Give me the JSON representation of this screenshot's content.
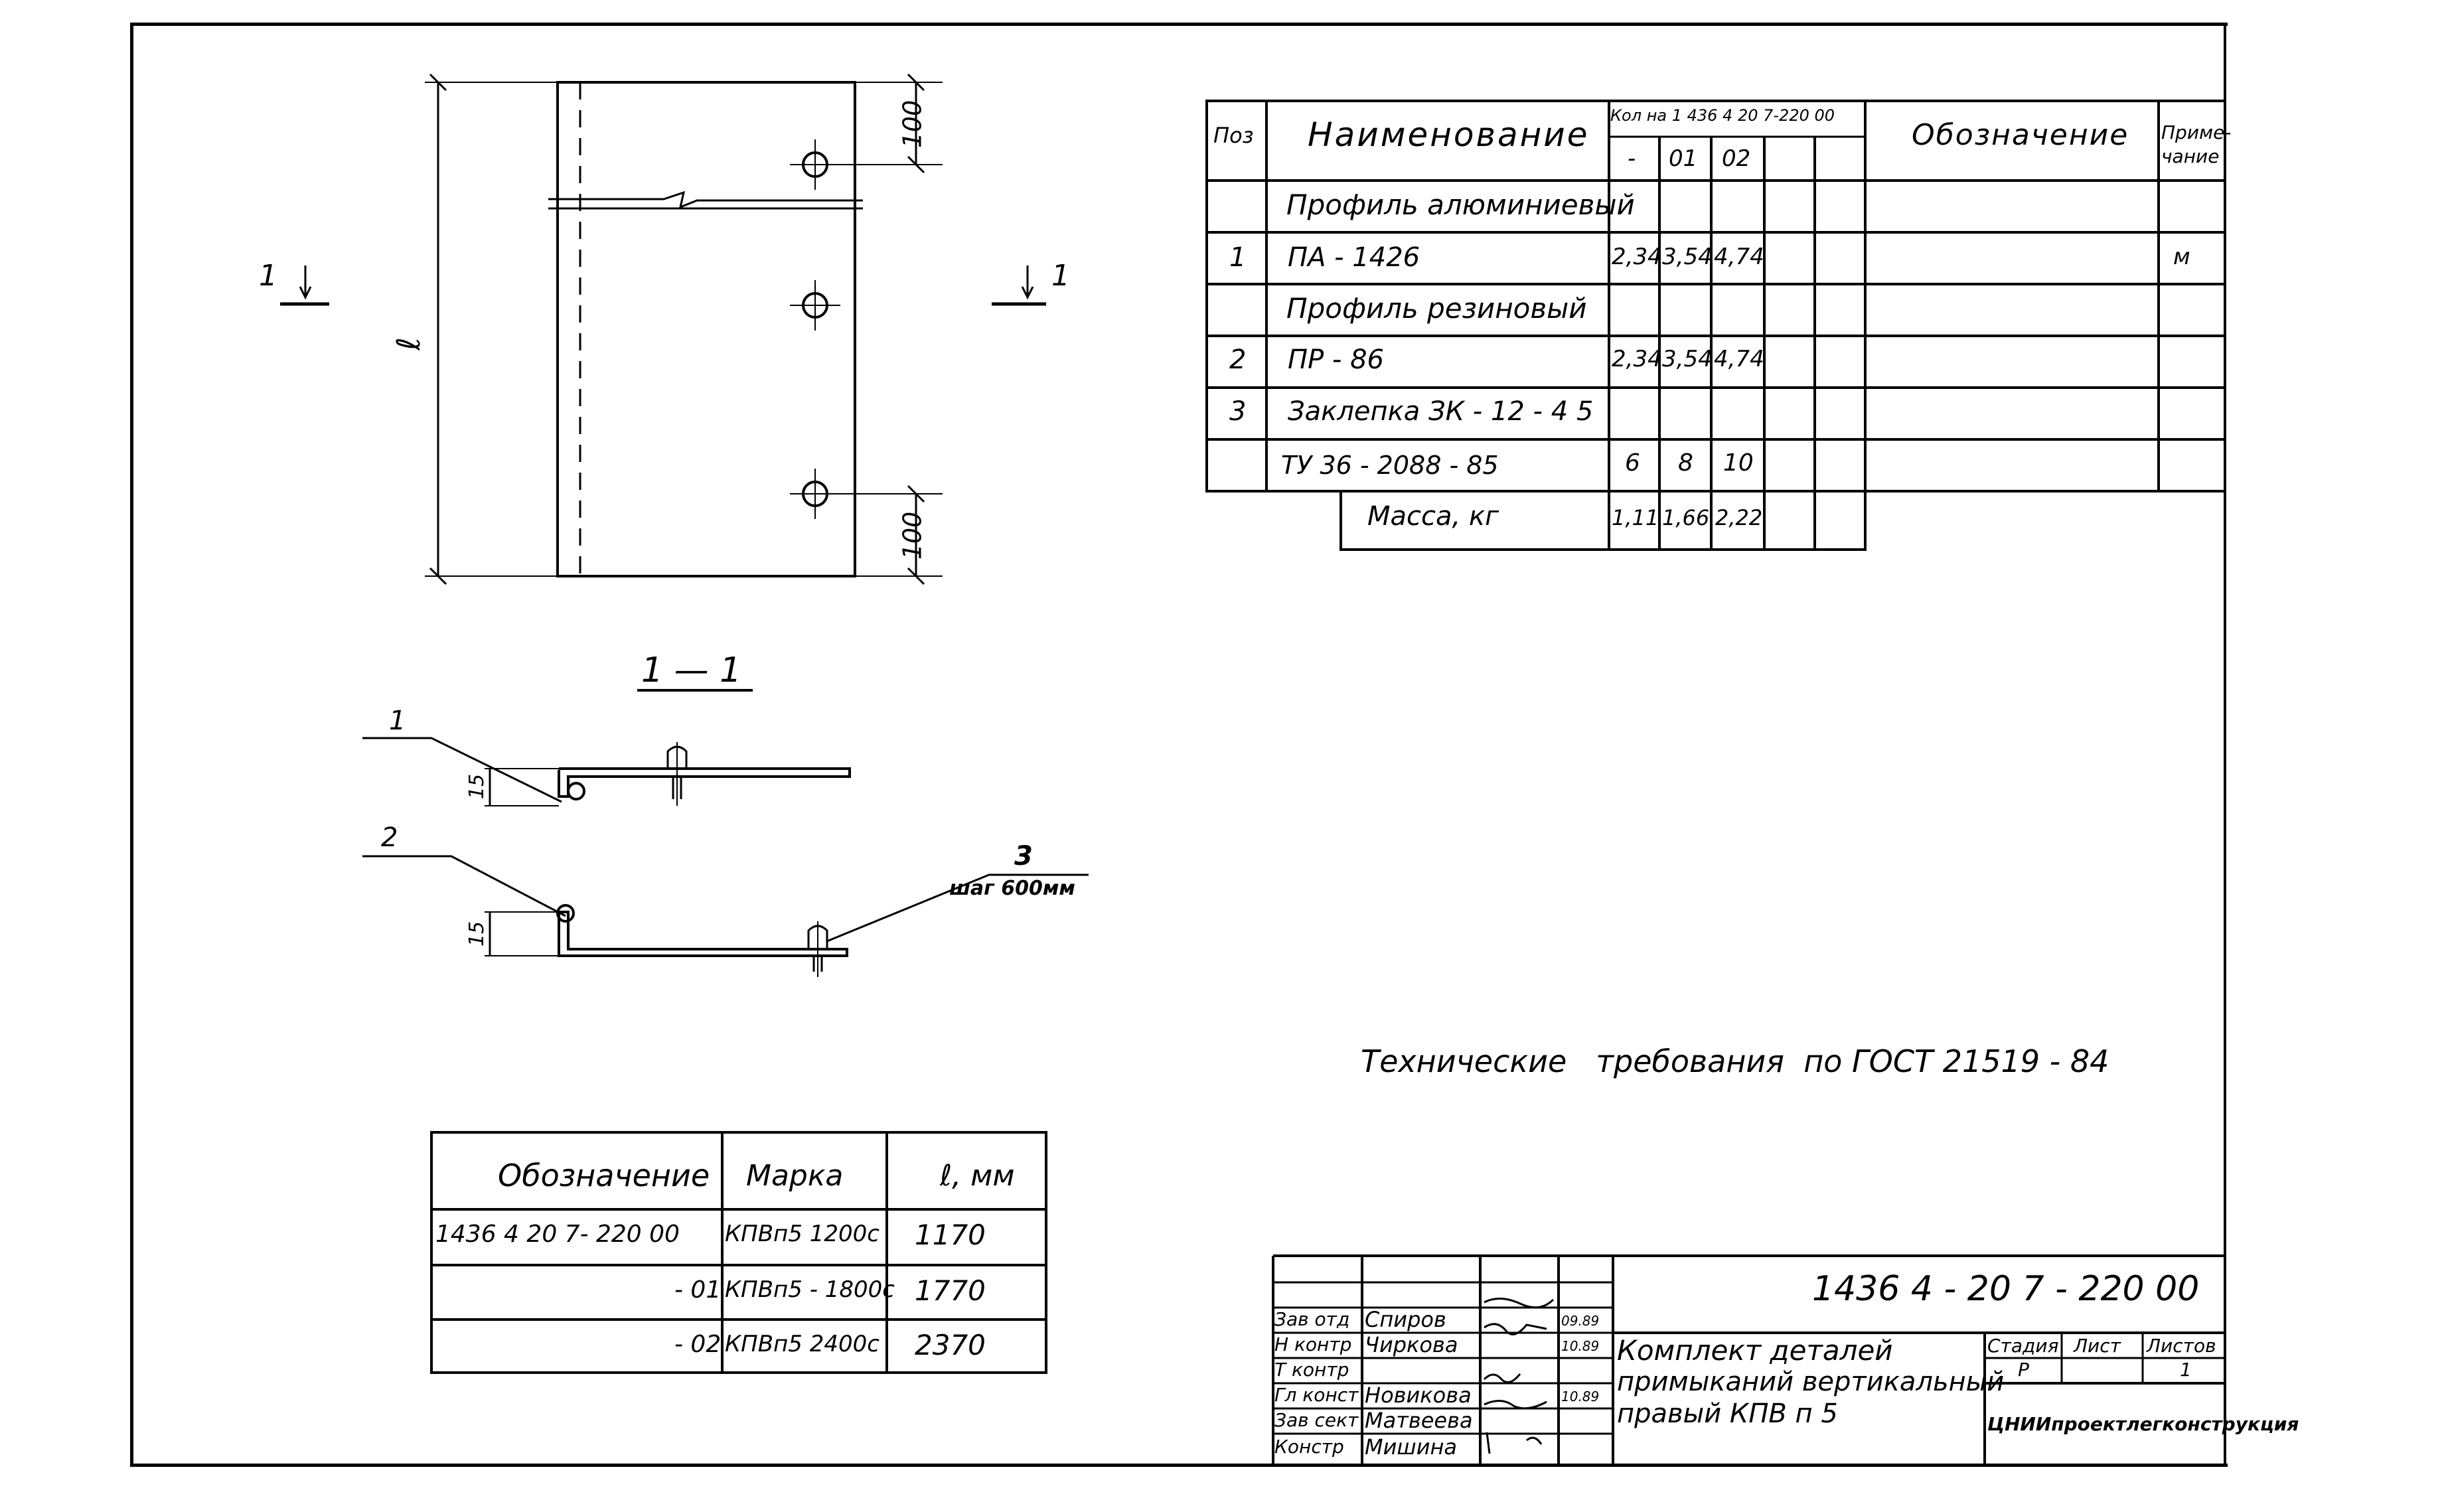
{
  "view": {
    "dim_100_top": "100",
    "dim_100_bottom": "100",
    "dim_length": "ℓ",
    "section_mark_left": "1",
    "section_mark_right": "1"
  },
  "section": {
    "title": "1 — 1",
    "callout_1": "1",
    "callout_2": "2",
    "callout_3": "3",
    "step": "шаг 600мм",
    "dim_15_top": "15",
    "dim_15_bottom": "15"
  },
  "spec": {
    "h_pos": "Поз",
    "h_name": "Наименование",
    "h_qty": "Кол на 1 436 4 20 7-220 00",
    "h_sub": [
      "-",
      "01",
      "02"
    ],
    "h_code": "Обозначение",
    "h_note": "Приме- чание",
    "rows": [
      {
        "pos": "",
        "name": "Профиль алюминиевый",
        "q1": "",
        "q2": "",
        "q3": "",
        "note": ""
      },
      {
        "pos": "1",
        "name": "ПА - 1426",
        "q1": "2,34",
        "q2": "3,54",
        "q3": "4,74",
        "note": "м"
      },
      {
        "pos": "",
        "name": "Профиль резиновый",
        "q1": "",
        "q2": "",
        "q3": "",
        "note": ""
      },
      {
        "pos": "2",
        "name": "ПР - 86",
        "q1": "2,34",
        "q2": "3,54",
        "q3": "4,74",
        "note": ""
      },
      {
        "pos": "3",
        "name": "Заклепка ЗК - 12 - 4 5",
        "q1": "",
        "q2": "",
        "q3": "",
        "note": ""
      },
      {
        "pos": "",
        "name": "ТУ 36 - 2088 - 85",
        "q1": "6",
        "q2": "8",
        "q3": "10",
        "note": ""
      }
    ],
    "mass_label": "Масса, кг",
    "mass": [
      "1,11",
      "1,66",
      "2,22"
    ]
  },
  "tech_req": "Технические   требования  по ГОСТ 21519 - 84",
  "variants": {
    "h_code": "Обозначение",
    "h_mark": "Марка",
    "h_len": "ℓ, мм",
    "rows": [
      {
        "code": "1436 4 20 7- 220 00",
        "mark": "КПВп5 1200с",
        "len": "1170"
      },
      {
        "code": "- 01",
        "mark": "КПВп5 - 1800с",
        "len": "1770"
      },
      {
        "code": "- 02",
        "mark": "КПВп5 2400с",
        "len": "2370"
      }
    ]
  },
  "stamp": {
    "doc_number": "1436 4 - 20 7 - 220 00",
    "title_lines": [
      "Комплект  деталей",
      "примыканий вертикальный",
      "правый  КПВ п 5"
    ],
    "stage_label": "Стадия",
    "sheet_label": "Лист",
    "sheets_label": "Листов",
    "stage": "Р",
    "sheets": "1",
    "org": "ЦНИИпроектлегконструкция",
    "people": [
      {
        "role": "Зав отд",
        "name": "Спиров",
        "date": "09.89"
      },
      {
        "role": "Н контр",
        "name": "Чиркова",
        "date": "10.89"
      },
      {
        "role": "Т контр",
        "name": "",
        "date": ""
      },
      {
        "role": "Гл конст",
        "name": "Новикова",
        "date": "10.89"
      },
      {
        "role": "Зав сект",
        "name": "Матвеева",
        "date": ""
      },
      {
        "role": "Констр",
        "name": "Мишина",
        "date": ""
      }
    ]
  }
}
